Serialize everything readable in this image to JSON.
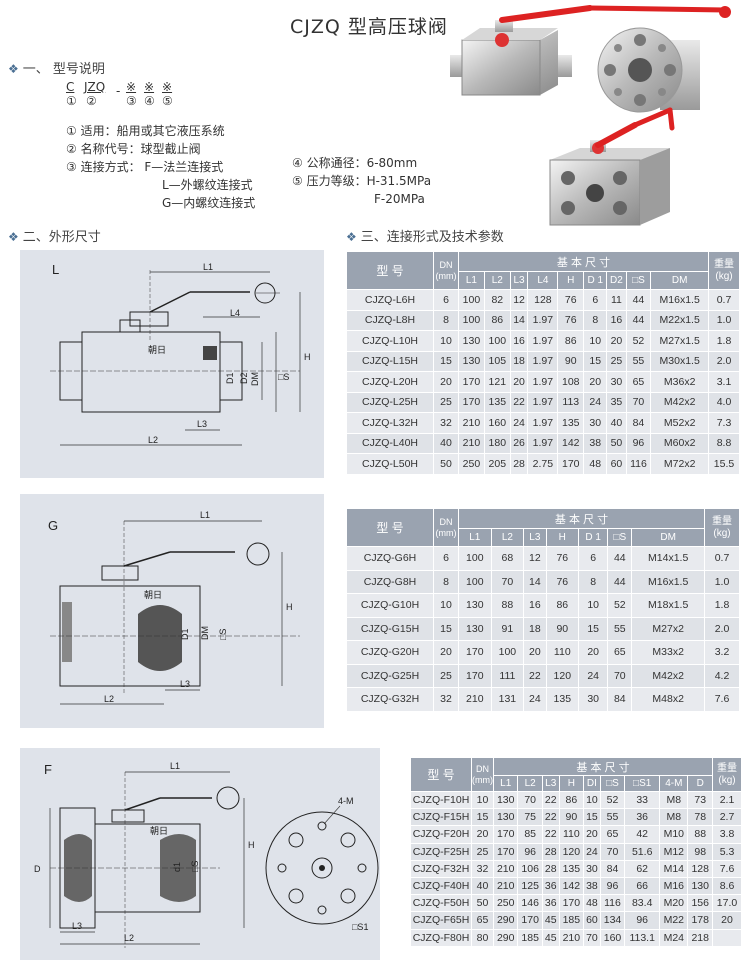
{
  "title": "CJZQ 型高压球阀",
  "sections": {
    "model": "一、 型号说明",
    "dims": "二、外形尺寸",
    "tech": "三、连接形式及技术参数"
  },
  "model_code": {
    "c": "C",
    "jzq": "JZQ",
    "dash": "-",
    "x3": "※",
    "x4": "※",
    "x5": "※",
    "n1": "①",
    "n2": "②",
    "n3": "③",
    "n4": "④",
    "n5": "⑤"
  },
  "model_desc": {
    "l1": "① 适用：船用或其它液压系统",
    "l2": "② 名称代号：球型截止阀",
    "l3": "③ 连接方式：   F—法兰连接式",
    "l3b": "L—外螺纹连接式",
    "l3c": "G—内螺纹连接式",
    "r1": "④ 公称通径：6-80mm",
    "r2": "⑤ 压力等级：H-31.5MPa",
    "r3": "F-20MPa"
  },
  "drawings": {
    "L": {
      "letter": "L",
      "labels": [
        "L1",
        "L4",
        "H",
        "DM",
        "□S",
        "D2",
        "D1",
        "L3",
        "L2",
        "朝日"
      ]
    },
    "G": {
      "letter": "G",
      "labels": [
        "L1",
        "H",
        "□S",
        "DM",
        "D1",
        "L3",
        "L2",
        "朝日"
      ]
    },
    "F": {
      "letter": "F",
      "labels": [
        "L1",
        "H",
        "□S",
        "d1",
        "D",
        "L3",
        "L2",
        "4-M",
        "□S1",
        "朝日"
      ]
    }
  },
  "table_L": {
    "model_header": "型 号",
    "dn_header": "DN\n(mm)",
    "group_header": "基 本 尺 寸",
    "weight_header": "重量\n(kg)",
    "cols": [
      "L1",
      "L2",
      "L3",
      "L4",
      "H",
      "D 1",
      "D2",
      "□S",
      "DM"
    ],
    "rows": [
      [
        "CJZQ-L6H",
        "6",
        "100",
        "82",
        "12",
        "128",
        "76",
        "6",
        "11",
        "44",
        "M16x1.5",
        "0.7"
      ],
      [
        "CJZQ-L8H",
        "8",
        "100",
        "86",
        "14",
        "1.97",
        "76",
        "8",
        "16",
        "44",
        "M22x1.5",
        "1.0"
      ],
      [
        "CJZQ-L10H",
        "10",
        "130",
        "100",
        "16",
        "1.97",
        "86",
        "10",
        "20",
        "52",
        "M27x1.5",
        "1.8"
      ],
      [
        "CJZQ-L15H",
        "15",
        "130",
        "105",
        "18",
        "1.97",
        "90",
        "15",
        "25",
        "55",
        "M30x1.5",
        "2.0"
      ],
      [
        "CJZQ-L20H",
        "20",
        "170",
        "121",
        "20",
        "1.97",
        "108",
        "20",
        "30",
        "65",
        "M36x2",
        "3.1"
      ],
      [
        "CJZQ-L25H",
        "25",
        "170",
        "135",
        "22",
        "1.97",
        "113",
        "24",
        "35",
        "70",
        "M42x2",
        "4.0"
      ],
      [
        "CJZQ-L32H",
        "32",
        "210",
        "160",
        "24",
        "1.97",
        "135",
        "30",
        "40",
        "84",
        "M52x2",
        "7.3"
      ],
      [
        "CJZQ-L40H",
        "40",
        "210",
        "180",
        "26",
        "1.97",
        "142",
        "38",
        "50",
        "96",
        "M60x2",
        "8.8"
      ],
      [
        "CJZQ-L50H",
        "50",
        "250",
        "205",
        "28",
        "2.75",
        "170",
        "48",
        "60",
        "116",
        "M72x2",
        "15.5"
      ]
    ]
  },
  "table_G": {
    "model_header": "型 号",
    "dn_header": "DN\n(mm)",
    "group_header": "基 本 尺 寸",
    "weight_header": "重量\n(kg)",
    "cols": [
      "L1",
      "L2",
      "L3",
      "H",
      "D 1",
      "□S",
      "DM"
    ],
    "rows": [
      [
        "CJZQ-G6H",
        "6",
        "100",
        "68",
        "12",
        "76",
        "6",
        "44",
        "M14x1.5",
        "0.7"
      ],
      [
        "CJZQ-G8H",
        "8",
        "100",
        "70",
        "14",
        "76",
        "8",
        "44",
        "M16x1.5",
        "1.0"
      ],
      [
        "CJZQ-G10H",
        "10",
        "130",
        "88",
        "16",
        "86",
        "10",
        "52",
        "M18x1.5",
        "1.8"
      ],
      [
        "CJZQ-G15H",
        "15",
        "130",
        "91",
        "18",
        "90",
        "15",
        "55",
        "M27x2",
        "2.0"
      ],
      [
        "CJZQ-G20H",
        "20",
        "170",
        "100",
        "20",
        "110",
        "20",
        "65",
        "M33x2",
        "3.2"
      ],
      [
        "CJZQ-G25H",
        "25",
        "170",
        "111",
        "22",
        "120",
        "24",
        "70",
        "M42x2",
        "4.2"
      ],
      [
        "CJZQ-G32H",
        "32",
        "210",
        "131",
        "24",
        "135",
        "30",
        "84",
        "M48x2",
        "7.6"
      ]
    ]
  },
  "table_F": {
    "model_header": "型 号",
    "dn_header": "DN\n(mm)",
    "group_header": "基 本 尺 寸",
    "weight_header": "重量\n(kg)",
    "cols": [
      "L1",
      "L2",
      "L3",
      "H",
      "DI",
      "□S",
      "□S1",
      "4-M",
      "D"
    ],
    "rows": [
      [
        "CJZQ-F10H",
        "10",
        "130",
        "70",
        "22",
        "86",
        "10",
        "52",
        "33",
        "M8",
        "73",
        "2.1"
      ],
      [
        "CJZQ-F15H",
        "15",
        "130",
        "75",
        "22",
        "90",
        "15",
        "55",
        "36",
        "M8",
        "78",
        "2.7"
      ],
      [
        "CJZQ-F20H",
        "20",
        "170",
        "85",
        "22",
        "110",
        "20",
        "65",
        "42",
        "M10",
        "88",
        "3.8"
      ],
      [
        "CJZQ-F25H",
        "25",
        "170",
        "96",
        "28",
        "120",
        "24",
        "70",
        "51.6",
        "M12",
        "98",
        "5.3"
      ],
      [
        "CJZQ-F32H",
        "32",
        "210",
        "106",
        "28",
        "135",
        "30",
        "84",
        "62",
        "M14",
        "128",
        "7.6"
      ],
      [
        "CJZQ-F40H",
        "40",
        "210",
        "125",
        "36",
        "142",
        "38",
        "96",
        "66",
        "M16",
        "130",
        "8.6"
      ],
      [
        "CJZQ-F50H",
        "50",
        "250",
        "146",
        "36",
        "170",
        "48",
        "116",
        "83.4",
        "M20",
        "156",
        "17.0"
      ],
      [
        "CJZQ-F65H",
        "65",
        "290",
        "170",
        "45",
        "185",
        "60",
        "134",
        "96",
        "M22",
        "178",
        "20"
      ],
      [
        "CJZQ-F80H",
        "80",
        "290",
        "185",
        "45",
        "210",
        "70",
        "160",
        "113.1",
        "M24",
        "218",
        ""
      ]
    ]
  }
}
